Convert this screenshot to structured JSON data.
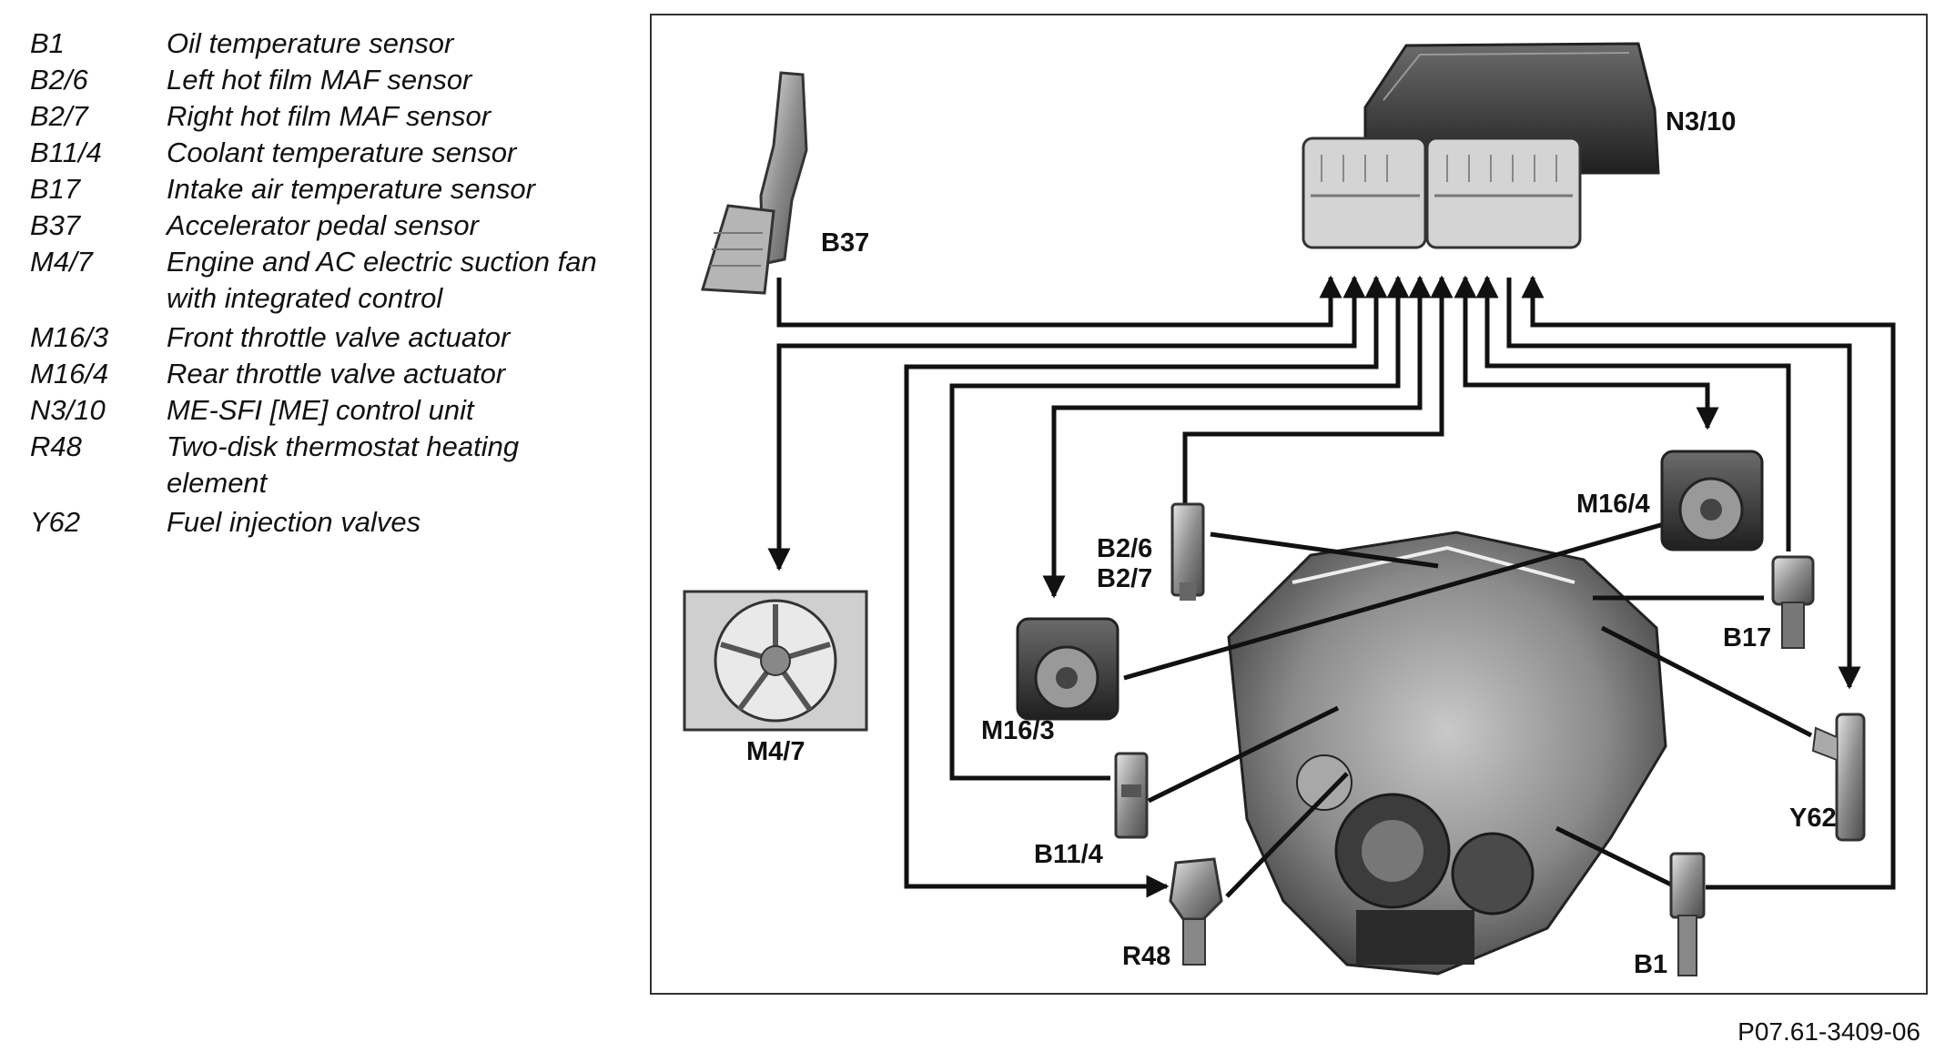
{
  "legend": [
    {
      "code": "B1",
      "desc": "Oil temperature sensor"
    },
    {
      "code": "B2/6",
      "desc": "Left hot film MAF sensor"
    },
    {
      "code": "B2/7",
      "desc": "Right hot film MAF sensor"
    },
    {
      "code": "B11/4",
      "desc": "Coolant temperature sensor"
    },
    {
      "code": "B17",
      "desc": "Intake air temperature sensor"
    },
    {
      "code": "B37",
      "desc": "Accelerator pedal sensor"
    },
    {
      "code": "M4/7",
      "desc": "Engine and AC electric suction fan with integrated control"
    },
    {
      "code": "M16/3",
      "desc": "Front throttle valve actuator"
    },
    {
      "code": "M16/4",
      "desc": "Rear throttle valve actuator"
    },
    {
      "code": "N3/10",
      "desc": "ME-SFI [ME] control unit"
    },
    {
      "code": "R48",
      "desc": "Two-disk thermostat heating element"
    },
    {
      "code": "Y62",
      "desc": "Fuel injection valves"
    }
  ],
  "labels": {
    "n3_10": "N3/10",
    "b37": "B37",
    "m4_7": "M4/7",
    "b2_6": "B2/6",
    "b2_7": "B2/7",
    "m16_4": "M16/4",
    "m16_3": "M16/3",
    "b17": "B17",
    "y62": "Y62",
    "b11_4": "B11/4",
    "r48": "R48",
    "b1": "B1"
  },
  "reference": "P07.61-3409-06"
}
